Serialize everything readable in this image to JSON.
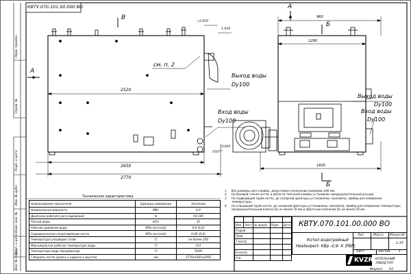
{
  "corner_code": "КВТУ.070.101.00.000 ВО",
  "section_letters": {
    "a_left": "А",
    "a_top": "А",
    "b_top": "В",
    "b_right_top": "Б",
    "b_right_bottom": "Б"
  },
  "dimensions": {
    "elev_top": "+2,050",
    "dim_1930": "1,930",
    "dim_2520": "2520",
    "dim_2650": "2650",
    "dim_2770": "2770",
    "elev_zero": "0,000",
    "dim_960": "960",
    "dim_1260": "1260",
    "dim_1605": "1605"
  },
  "callouts": {
    "see_note": "см. п. 2",
    "water_out_left": "Выход воды",
    "water_out_left_dn": "Dy100",
    "water_in_left": "Вход воды",
    "water_in_left_dn": "Dy100",
    "water_out_right": "Выход воды",
    "water_out_right_dn": "Dy100",
    "water_in_right": "Вход воды",
    "water_in_right_dn": "Dy100"
  },
  "side_labels": [
    "Перв. примен.",
    "Справ. №",
    "Подп. и дата",
    "Инв. № дубл.",
    "Взам. инв. №",
    "Подп. и дата",
    "Инв. № подл."
  ],
  "specs": {
    "title": "Техническая характеристика",
    "header": {
      "name": "Наименование показателя",
      "unit": "Единицы измерения",
      "value": "Значение"
    },
    "rows": [
      {
        "name": "Номинальная мощность",
        "unit": "МВт",
        "value": "0,9"
      },
      {
        "name": "Диапазон рабочего регулирования",
        "unit": "%",
        "value": "50-100"
      },
      {
        "name": "Расход воды",
        "unit": "м3/ч",
        "value": "31"
      },
      {
        "name": "Рабочее давление воды",
        "unit": "МПа (кгс/см2)",
        "value": "0,6 (6,0)"
      },
      {
        "name": "Гидравлическое сопротивление котла",
        "unit": "МПа (кгс/см2)",
        "value": "0,06 (0,6)"
      },
      {
        "name": "Температура уходящих газов",
        "unit": "°С",
        "value": "не более 250"
      },
      {
        "name": "Максимальная рабочая температура воды",
        "unit": "°С",
        "value": "115"
      },
      {
        "name": "Температура воды (вход/выход)",
        "unit": "°С",
        "value": "70/95"
      },
      {
        "name": "Габариты котла (длина x ширина x высота)",
        "unit": "мм",
        "value": "2770х1605х2050"
      }
    ]
  },
  "notes": [
    {
      "num": "1.",
      "text": "Все размеры для справок, допустимое отклонение размеров ±80 мм."
    },
    {
      "num": "2.",
      "text": "На боковой стенке котла, в области топочной камеры установлен предохранительный штуцер"
    },
    {
      "num": "3.",
      "text": "На подводящей трубе котла, до запорной арматуры установлены: манометр, прибор для измерения"
    },
    {
      "num": "",
      "text": "температуры."
    },
    {
      "num": "4.",
      "text": "На отводящей трубе котла, до запорной арматуры установлены: манометр, прибор для измерения температуры,"
    },
    {
      "num": "",
      "text": "предохранительный клапан Dy не менее 50 мм и обратным клапаном Dy не менее 50 мм."
    }
  ],
  "stamp": {
    "code": "КВТУ.070.101.00.000 ВО",
    "title_line1": "Котел водогрейный",
    "title_line2": "Heatexpert- КВр -0,9- К (РВР)",
    "roles": [
      "Изм.",
      "Лист",
      "№ докум.",
      "Подп.",
      "Дата",
      "Разраб.",
      "Пров.",
      "Т.контр.",
      "Н.контр.",
      "Утв."
    ],
    "col_lit": "Лит.",
    "col_mass": "Масса",
    "col_scale": "Масштаб",
    "scale": "1:15",
    "sheet": "Лист",
    "sheets": "Листов",
    "sheets_count": "1",
    "logo": "KVZR",
    "company_line1": "КОТЕЛЬНЫЙ",
    "company_line2": "ЗАВОД РЗП",
    "format": "Формат",
    "format_value": "А3"
  }
}
